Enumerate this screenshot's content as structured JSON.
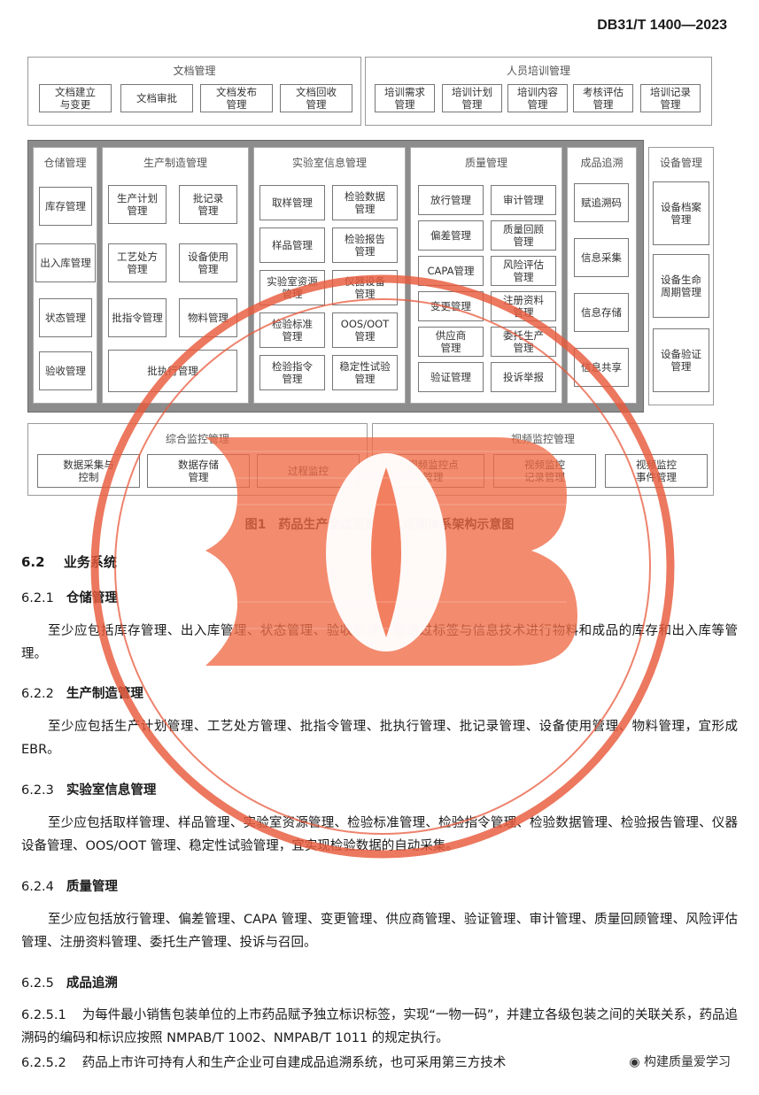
{
  "header": {
    "code": "DB31/T 1400—2023"
  },
  "top_groups": {
    "doc": {
      "title": "文档管理",
      "items": [
        "文档建立\n与变更",
        "文档审批",
        "文档发布\n管理",
        "文档回收\n管理"
      ]
    },
    "train": {
      "title": "人员培训管理",
      "items": [
        "培训需求\n管理",
        "培训计划\n管理",
        "培训内容\n管理",
        "考核评估\n管理",
        "培训记录\n管理"
      ]
    }
  },
  "columns": {
    "warehouse": {
      "title": "仓储管理",
      "items": [
        "库存管理",
        "出入库管理",
        "状态管理",
        "验收管理"
      ]
    },
    "production": {
      "title": "生产制造管理",
      "items": [
        "生产计划\n管理",
        "批记录\n管理",
        "工艺处方\n管理",
        "设备使用\n管理",
        "批指令管理",
        "物料管理",
        "批执行管理"
      ]
    },
    "lab": {
      "title": "实验室信息管理",
      "items": [
        "取样管理",
        "检验数据\n管理",
        "样品管理",
        "检验报告\n管理",
        "实验室资源\n管理",
        "仪器设备\n管理",
        "检验标准\n管理",
        "OOS/OOT\n管理",
        "检验指令\n管理",
        "稳定性试验\n管理"
      ]
    },
    "quality": {
      "title": "质量管理",
      "items": [
        "放行管理",
        "审计管理",
        "偏差管理",
        "质量回顾\n管理",
        "CAPA管理",
        "风险评估\n管理",
        "变更管理",
        "注册资料\n管理",
        "供应商\n管理",
        "委托生产\n管理",
        "验证管理",
        "投诉举报"
      ]
    },
    "trace": {
      "title": "成品追溯",
      "items": [
        "赋追溯码",
        "信息采集",
        "信息存储",
        "信息共享"
      ]
    },
    "equipment": {
      "title": "设备管理",
      "items": [
        "设备档案\n管理",
        "设备生命\n周期管理",
        "设备验证\n管理"
      ]
    }
  },
  "bottom_groups": {
    "monitor": {
      "title": "综合监控管理",
      "items": [
        "数据采集与\n控制",
        "数据存储\n管理",
        "过程监控"
      ]
    },
    "video": {
      "title": "视频监控管理",
      "items": [
        "视频监控点\n管理",
        "视频监控\n记录管理",
        "视频监控\n事件管理"
      ]
    }
  },
  "caption": "图1　药品生产全过程数字化追溯体系架构示意图",
  "sections": {
    "s62": {
      "num": "6.2",
      "title": "业务系统"
    },
    "s621": {
      "num": "6.2.1",
      "title": "仓储管理",
      "text": "至少应包括库存管理、出入库管理、状态管理、验收管理，宜通过标签与信息技术进行物料和成品的库存和出入库等管理。"
    },
    "s622": {
      "num": "6.2.2",
      "title": "生产制造管理",
      "text": "至少应包括生产计划管理、工艺处方管理、批指令管理、批执行管理、批记录管理、设备使用管理、物料管理，宜形成 EBR。"
    },
    "s623": {
      "num": "6.2.3",
      "title": "实验室信息管理",
      "text": "至少应包括取样管理、样品管理、实验室资源管理、检验标准管理、检验指令管理、检验数据管理、检验报告管理、仪器设备管理、OOS/OOT 管理、稳定性试验管理，宜实现检验数据的自动采集。"
    },
    "s624": {
      "num": "6.2.4",
      "title": "质量管理",
      "text": "至少应包括放行管理、偏差管理、CAPA 管理、变更管理、供应商管理、验证管理、审计管理、质量回顾管理、风险评估管理、注册资料管理、委托生产管理、投诉与召回。"
    },
    "s625": {
      "num": "6.2.5",
      "title": "成品追溯"
    },
    "s6251": {
      "num": "6.2.5.1",
      "text": "为每件最小销售包装单位的上市药品赋予独立标识标签，实现“一物一码”，并建立各级包装之间的关联关系，药品追溯码的编码和标识应按照 NMPAB/T 1002、NMPAB/T 1011 的规定执行。"
    },
    "s6252": {
      "num": "6.2.5.2",
      "text": "药品上市许可持有人和生产企业可自建成品追溯系统，也可采用第三方技术"
    },
    "wm_text": "构建质量爱学习"
  }
}
